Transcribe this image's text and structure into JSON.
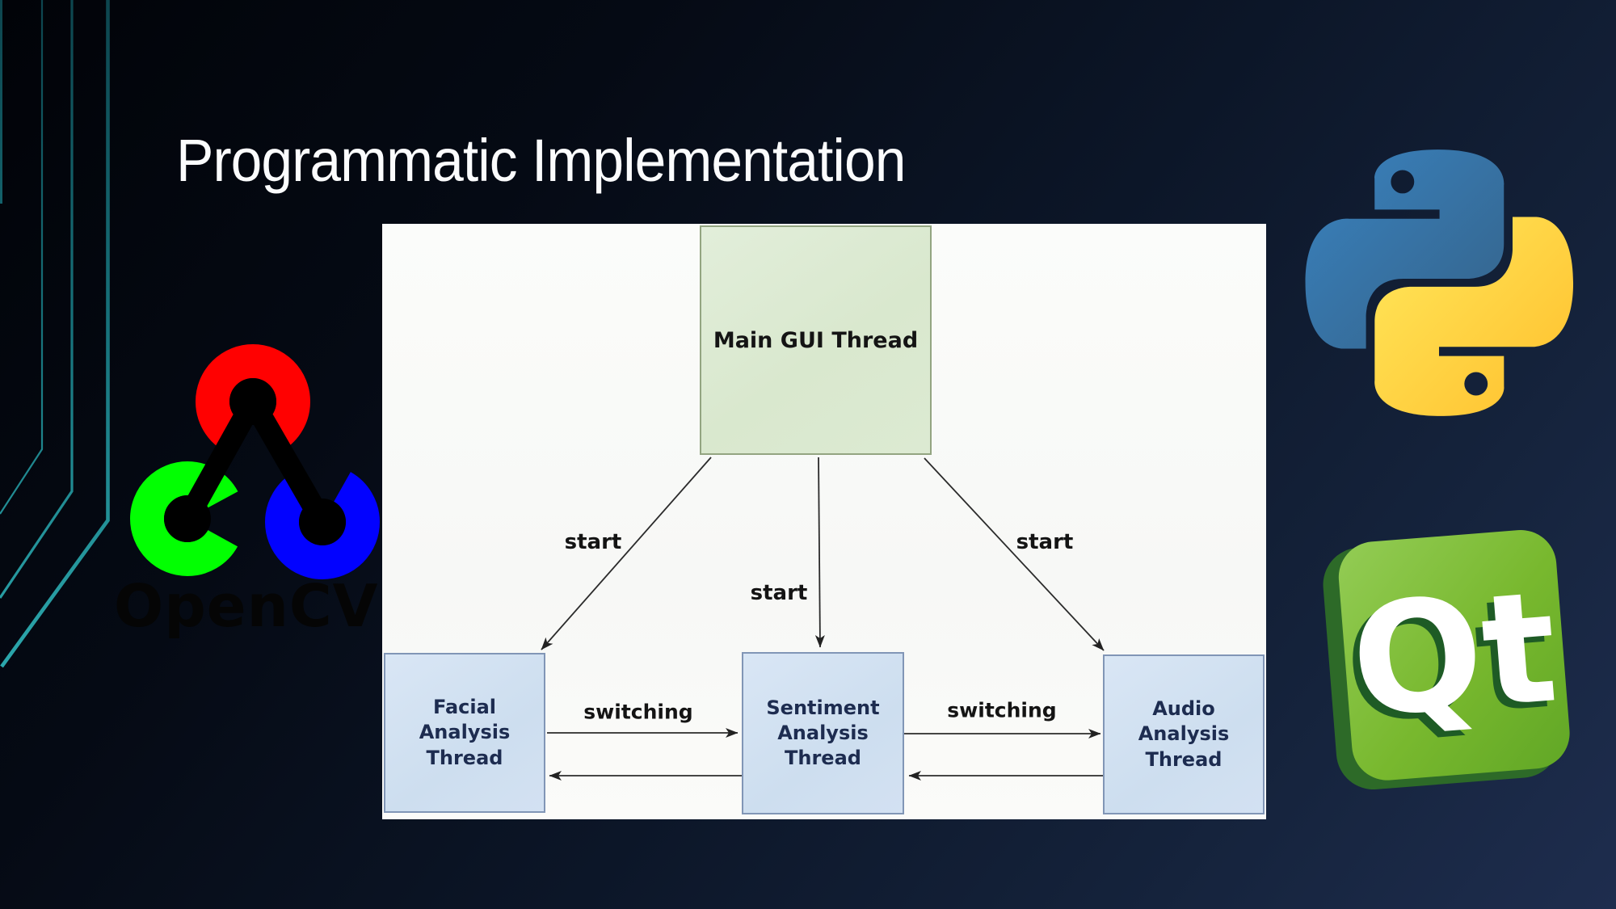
{
  "slide": {
    "title": "Programmatic Implementation",
    "background_top_color": "#03060c",
    "background_bottom_color": "#1d2c4d",
    "accent_lines_color": "#2aa3ab"
  },
  "diagram": {
    "nodes": {
      "main": {
        "label": "Main GUI Thread",
        "fill": "#dbead3",
        "border": "#93a581"
      },
      "facial": {
        "label": "Facial Analysis\nThread",
        "fill": "#cfdff1",
        "border": "#8196b6"
      },
      "sentiment": {
        "label": "Sentiment\nAnalysis\nThread",
        "fill": "#cfdff1",
        "border": "#8196b6"
      },
      "audio": {
        "label": "Audio\nAnalysis\nThread",
        "fill": "#cfdff1",
        "border": "#8196b6"
      }
    },
    "edges": [
      {
        "from": "main",
        "to": "facial",
        "label": "start"
      },
      {
        "from": "main",
        "to": "sentiment",
        "label": "start"
      },
      {
        "from": "main",
        "to": "audio",
        "label": "start"
      },
      {
        "from": "facial",
        "to": "sentiment",
        "label": "switching"
      },
      {
        "from": "sentiment",
        "to": "facial",
        "label": ""
      },
      {
        "from": "sentiment",
        "to": "audio",
        "label": "switching"
      },
      {
        "from": "audio",
        "to": "sentiment",
        "label": ""
      }
    ]
  },
  "logos": {
    "opencv": {
      "name": "OpenCV logo",
      "wordmark": "OpenCV",
      "red": "#FF0101",
      "green": "#02FF02",
      "blue": "#0202FF"
    },
    "python": {
      "name": "Python logo",
      "blue_start": "#387EB8",
      "blue_end": "#366994",
      "yellow_start": "#FFE052",
      "yellow_end": "#FFC331"
    },
    "qt": {
      "name": "Qt logo",
      "wordmark": "Qt",
      "green": "#78b82e",
      "dark_green": "#2d6a28"
    }
  }
}
